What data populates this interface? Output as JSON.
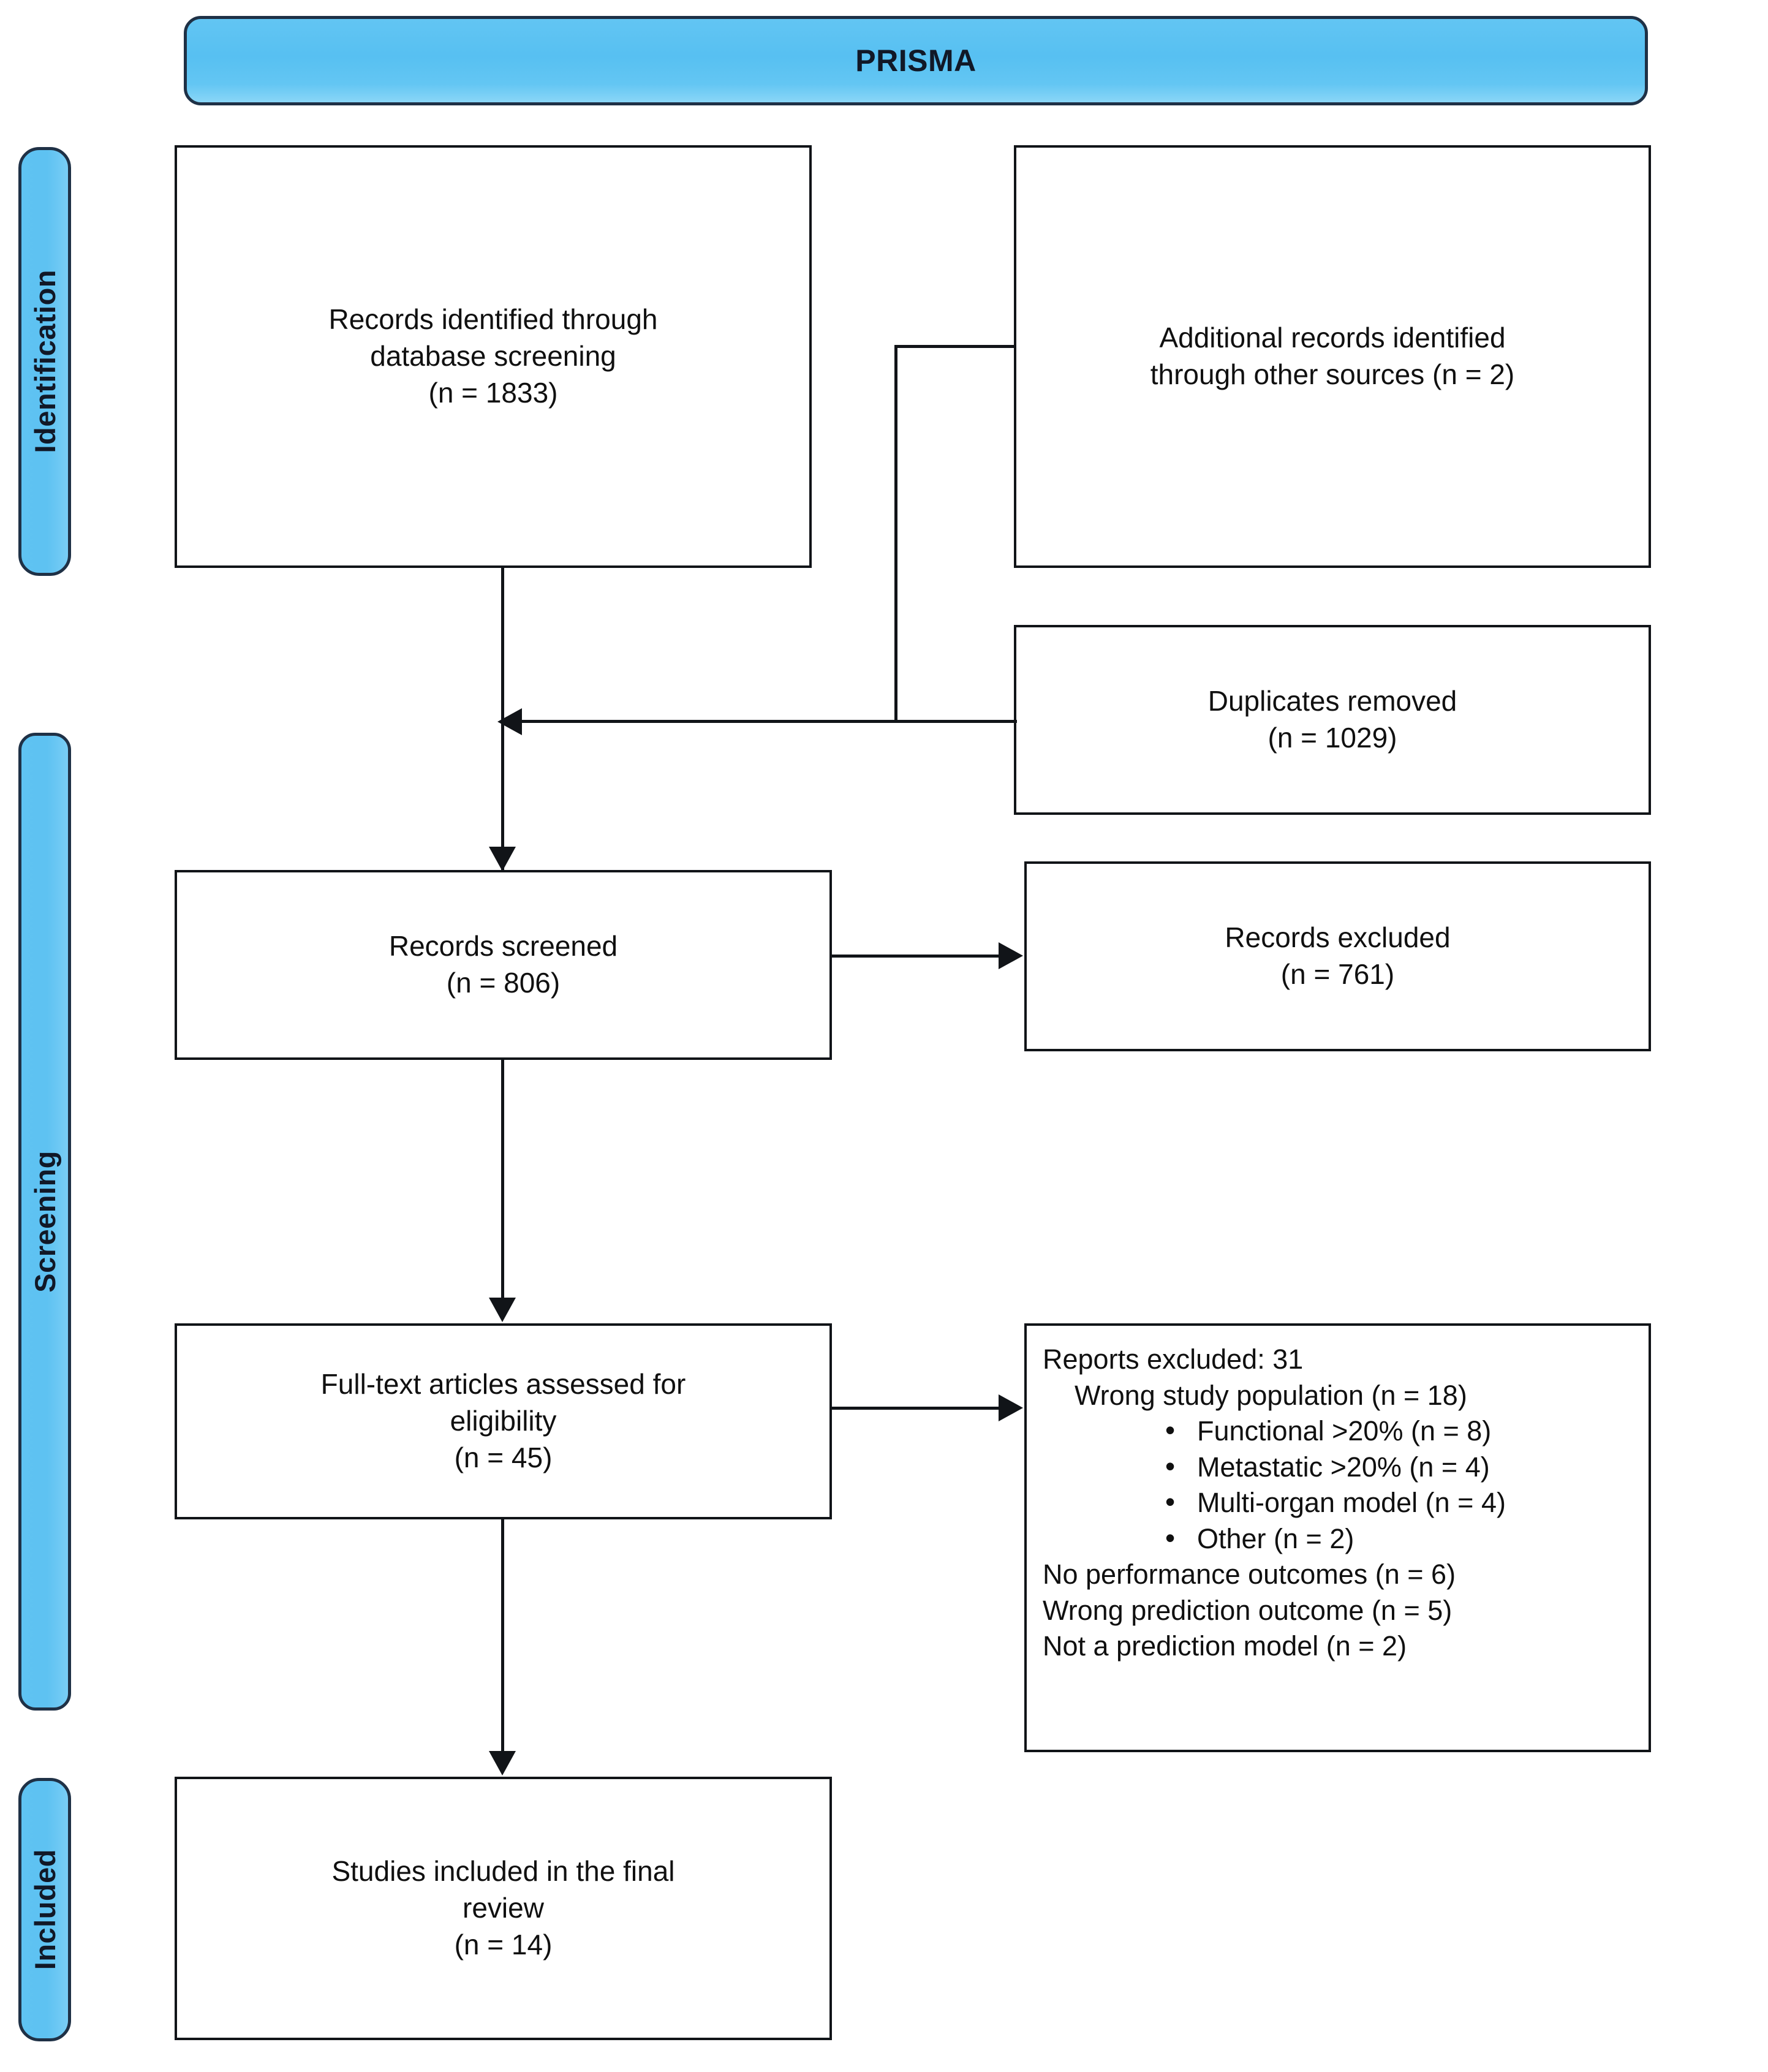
{
  "header": {
    "title": "PRISMA"
  },
  "stages": [
    {
      "key": "identification",
      "label": "Identification"
    },
    {
      "key": "screening",
      "label": "Screening"
    },
    {
      "key": "included",
      "label": "Included"
    }
  ],
  "boxes": {
    "records_identified": "Records identified through\ndatabase screening\n(n = 1833)",
    "additional_records": "Additional records identified\nthrough other sources (n = 2)",
    "duplicates_removed": "Duplicates removed\n(n = 1029)",
    "records_screened": "Records screened\n(n = 806)",
    "records_excluded": "Records excluded\n(n = 761)",
    "fulltext_assessed": "Full-text articles assessed for\neligibility\n(n = 45)",
    "studies_included": "Studies included in the final\nreview\n(n = 14)"
  },
  "reports_excluded": {
    "heading": "Reports excluded: 31",
    "subheading": "Wrong study population (n = 18)",
    "bullets": [
      "Functional >20% (n = 8)",
      "Metastatic >20% (n = 4)",
      "Multi-organ model (n = 4)",
      "Other (n = 2)"
    ],
    "trailing": [
      "No performance outcomes (n = 6)",
      "Wrong prediction outcome (n = 5)",
      "Not a prediction model (n = 2)"
    ]
  },
  "chart_data": {
    "type": "diagram",
    "title": "PRISMA",
    "nodes": [
      {
        "id": "records_identified",
        "stage": "Identification",
        "label": "Records identified through database screening",
        "n": 1833
      },
      {
        "id": "additional_records",
        "stage": "Identification",
        "label": "Additional records identified through other sources",
        "n": 2
      },
      {
        "id": "duplicates_removed",
        "stage": "Screening",
        "label": "Duplicates removed",
        "n": 1029
      },
      {
        "id": "records_screened",
        "stage": "Screening",
        "label": "Records screened",
        "n": 806
      },
      {
        "id": "records_excluded",
        "stage": "Screening",
        "label": "Records excluded",
        "n": 761
      },
      {
        "id": "fulltext_assessed",
        "stage": "Screening",
        "label": "Full-text articles assessed for eligibility",
        "n": 45
      },
      {
        "id": "reports_excluded",
        "stage": "Screening",
        "label": "Reports excluded",
        "n": 31
      },
      {
        "id": "studies_included",
        "stage": "Included",
        "label": "Studies included in the final review",
        "n": 14
      }
    ],
    "exclusion_breakdown": [
      {
        "reason": "Wrong study population",
        "n": 18,
        "sub": [
          {
            "reason": "Functional >20%",
            "n": 8
          },
          {
            "reason": "Metastatic >20%",
            "n": 4
          },
          {
            "reason": "Multi-organ model",
            "n": 4
          },
          {
            "reason": "Other",
            "n": 2
          }
        ]
      },
      {
        "reason": "No performance outcomes",
        "n": 6
      },
      {
        "reason": "Wrong prediction outcome",
        "n": 5
      },
      {
        "reason": "Not a prediction model",
        "n": 2
      }
    ],
    "edges": [
      {
        "from": "records_identified",
        "to": "records_screened"
      },
      {
        "from": "additional_records",
        "to": "records_screened"
      },
      {
        "from": "duplicates_removed",
        "to": "records_screened"
      },
      {
        "from": "records_screened",
        "to": "records_excluded"
      },
      {
        "from": "records_screened",
        "to": "fulltext_assessed"
      },
      {
        "from": "fulltext_assessed",
        "to": "reports_excluded"
      },
      {
        "from": "fulltext_assessed",
        "to": "studies_included"
      }
    ]
  },
  "colors": {
    "stage_bar_fill": "#5ec2f2",
    "stage_bar_border": "#1f3146",
    "box_border": "#111418",
    "connector": "#111418",
    "background": "#ffffff"
  }
}
